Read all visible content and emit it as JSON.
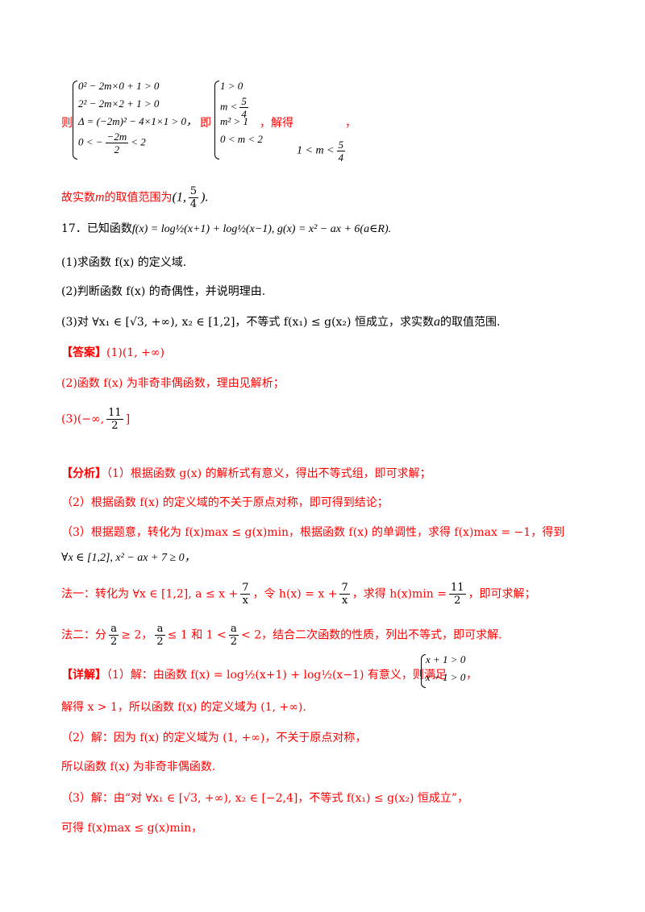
{
  "top": {
    "then_label": "则",
    "sys1": [
      "0² − 2m×0 + 1 > 0",
      "2² − 2m×2 + 1 > 0",
      "Δ = (−2m)² − 4×1×1 > 0",
      "0 < −(−2m)/2 < 2"
    ],
    "sys1_row3": "Δ = (−2m)² − 4×1×1 > 0，",
    "sys1_row4_a": "0 < −",
    "sys1_row4_num": "−2m",
    "sys1_row4_den": "2",
    "sys1_row4_b": "< 2",
    "ji_label": "即",
    "sys2_row1": "1 > 0",
    "sys2_row2_a": "m <",
    "sys2_row2_num": "5",
    "sys2_row2_den": "4",
    "sys2_row3": "m² > 1",
    "sys2_row4": "0 < m < 2",
    "jiede_label": "，解得",
    "result_a": "1 < m <",
    "result_num": "5",
    "result_den": "4",
    "result_comma": "，"
  },
  "range_line": {
    "text_a": "故实数",
    "var": "m",
    "text_b": "的取值范围为",
    "interval_a": "(1,",
    "interval_num": "5",
    "interval_den": "4",
    "interval_b": ").",
    "period": ""
  },
  "q17": {
    "number": "17．已知函数",
    "func": "f(x) = log½(x+1) + log½(x−1), g(x) = x² − ax + 6(a∈R).",
    "p1": "(1)求函数 f(x) 的定义域.",
    "p2": "(2)判断函数 f(x) 的奇偶性，并说明理由.",
    "p3_a": "(3)对 ∀x₁ ∈ [√3, +∞), x₂ ∈ [1,2]，不等式 f(x₁) ≤ g(x₂) 恒成立，求实数",
    "p3_var": "a",
    "p3_b": "的取值范围."
  },
  "answer": {
    "label": "【答案】",
    "a1": "(1)(1, +∞)",
    "a2": "(2)函数 f(x) 为非奇非偶函数，理由见解析；",
    "a3_a": "(3)(−∞,",
    "a3_num": "11",
    "a3_den": "2",
    "a3_b": "]"
  },
  "analysis": {
    "label": "【分析】",
    "l1": "（1）根据函数 g(x) 的解析式有意义，得出不等式组，即可求解；",
    "l2": "（2）根据函数 f(x) 的定义域的不关于原点对称，即可得到结论；",
    "l3": "（3）根据题意，转化为 f(x)max ≤ g(x)min，根据函数 f(x) 的单调性，求得 f(x)max = −1，得到",
    "l4": "∀x ∈ [1,2], x² − ax + 7 ≥ 0，",
    "l5_a": "法一：转化为 ∀x ∈ [1,2], a ≤ x +",
    "l5_num1": "7",
    "l5_den1": "x",
    "l5_b": "，令 h(x) = x +",
    "l5_num2": "7",
    "l5_den2": "x",
    "l5_c": "，求得 h(x)min =",
    "l5_num3": "11",
    "l5_den3": "2",
    "l5_d": "，即可求解；",
    "l6_a": "法二：分",
    "l6_num1": "a",
    "l6_den1": "2",
    "l6_b": "≥ 2，",
    "l6_num2": "a",
    "l6_den2": "2",
    "l6_c": "≤ 1 和 1 <",
    "l6_num3": "a",
    "l6_den3": "2",
    "l6_d": "< 2，结合二次函数的性质，列出不等式，即可求解."
  },
  "detail": {
    "label": "【详解】",
    "l1": "（1）解：由函数 f(x) = log½(x+1) + log½(x−1) 有意义，则满足",
    "sys_r1": "x + 1 > 0",
    "sys_r2": "x − 1 > 0",
    "comma": "，",
    "l2": "解得 x > 1，所以函数 f(x) 的定义域为 (1, +∞).",
    "l3": "（2）解：因为 f(x) 的定义域为 (1, +∞)，不关于原点对称，",
    "l4": "所以函数 f(x) 为非奇非偶函数.",
    "l5": "（3）解：由“对 ∀x₁ ∈ [√3, +∞), x₂ ∈ [−2,4]，不等式 f(x₁) ≤ g(x₂) 恒成立”，",
    "l6": "可得 f(x)max ≤ g(x)min，"
  }
}
